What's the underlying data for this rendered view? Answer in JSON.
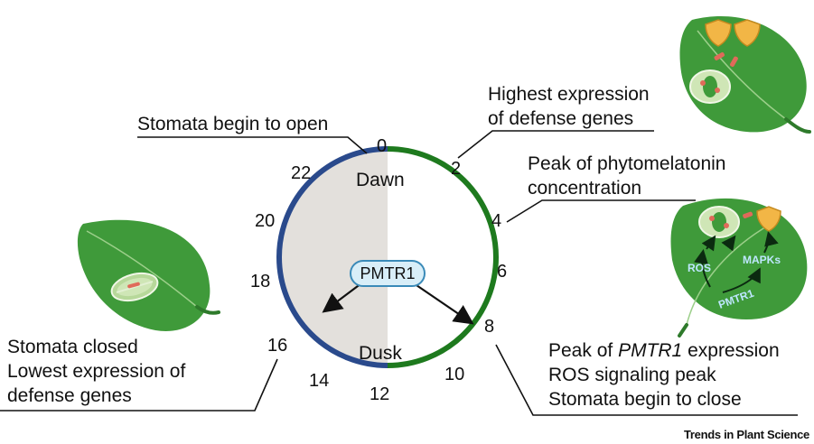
{
  "hours": {
    "h0": "0",
    "h2": "2",
    "h4": "4",
    "h6": "6",
    "h8": "8",
    "h10": "10",
    "h12": "12",
    "h14": "14",
    "h16": "16",
    "h18": "18",
    "h20": "20",
    "h22": "22"
  },
  "clock": {
    "dawn": "Dawn",
    "dusk": "Dusk",
    "center": "PMTR1"
  },
  "annotations": {
    "stomata_open": "Stomata begin to open",
    "highest_expr_1": "Highest expression",
    "highest_expr_2": "of defense genes",
    "phyto_1": "Peak of phytomelatonin",
    "phyto_2": "concentration",
    "pmtr1_peak_prefix": "Peak of ",
    "pmtr1_peak_gene": "PMTR1",
    "pmtr1_peak_suffix": " expression",
    "ros_peak": "ROS signaling peak",
    "stomata_close": "Stomata begin to close",
    "closed_1": "Stomata closed",
    "closed_2": "Lowest expression of",
    "closed_3": "defense genes"
  },
  "leaf_labels": {
    "ros": "ROS",
    "mapks": "MAPKs",
    "pmtr1": "PMTR1"
  },
  "credit": "Trends in Plant Science",
  "colors": {
    "night_arc": "#2a4a8c",
    "day_arc": "#1e7a1e",
    "night_fill": "#e3e0dc",
    "pmtr1_fill": "#d8eef8",
    "pmtr1_stroke": "#3a8ab8",
    "leaf": "#3f9a3a",
    "shield": "#f2b646"
  }
}
